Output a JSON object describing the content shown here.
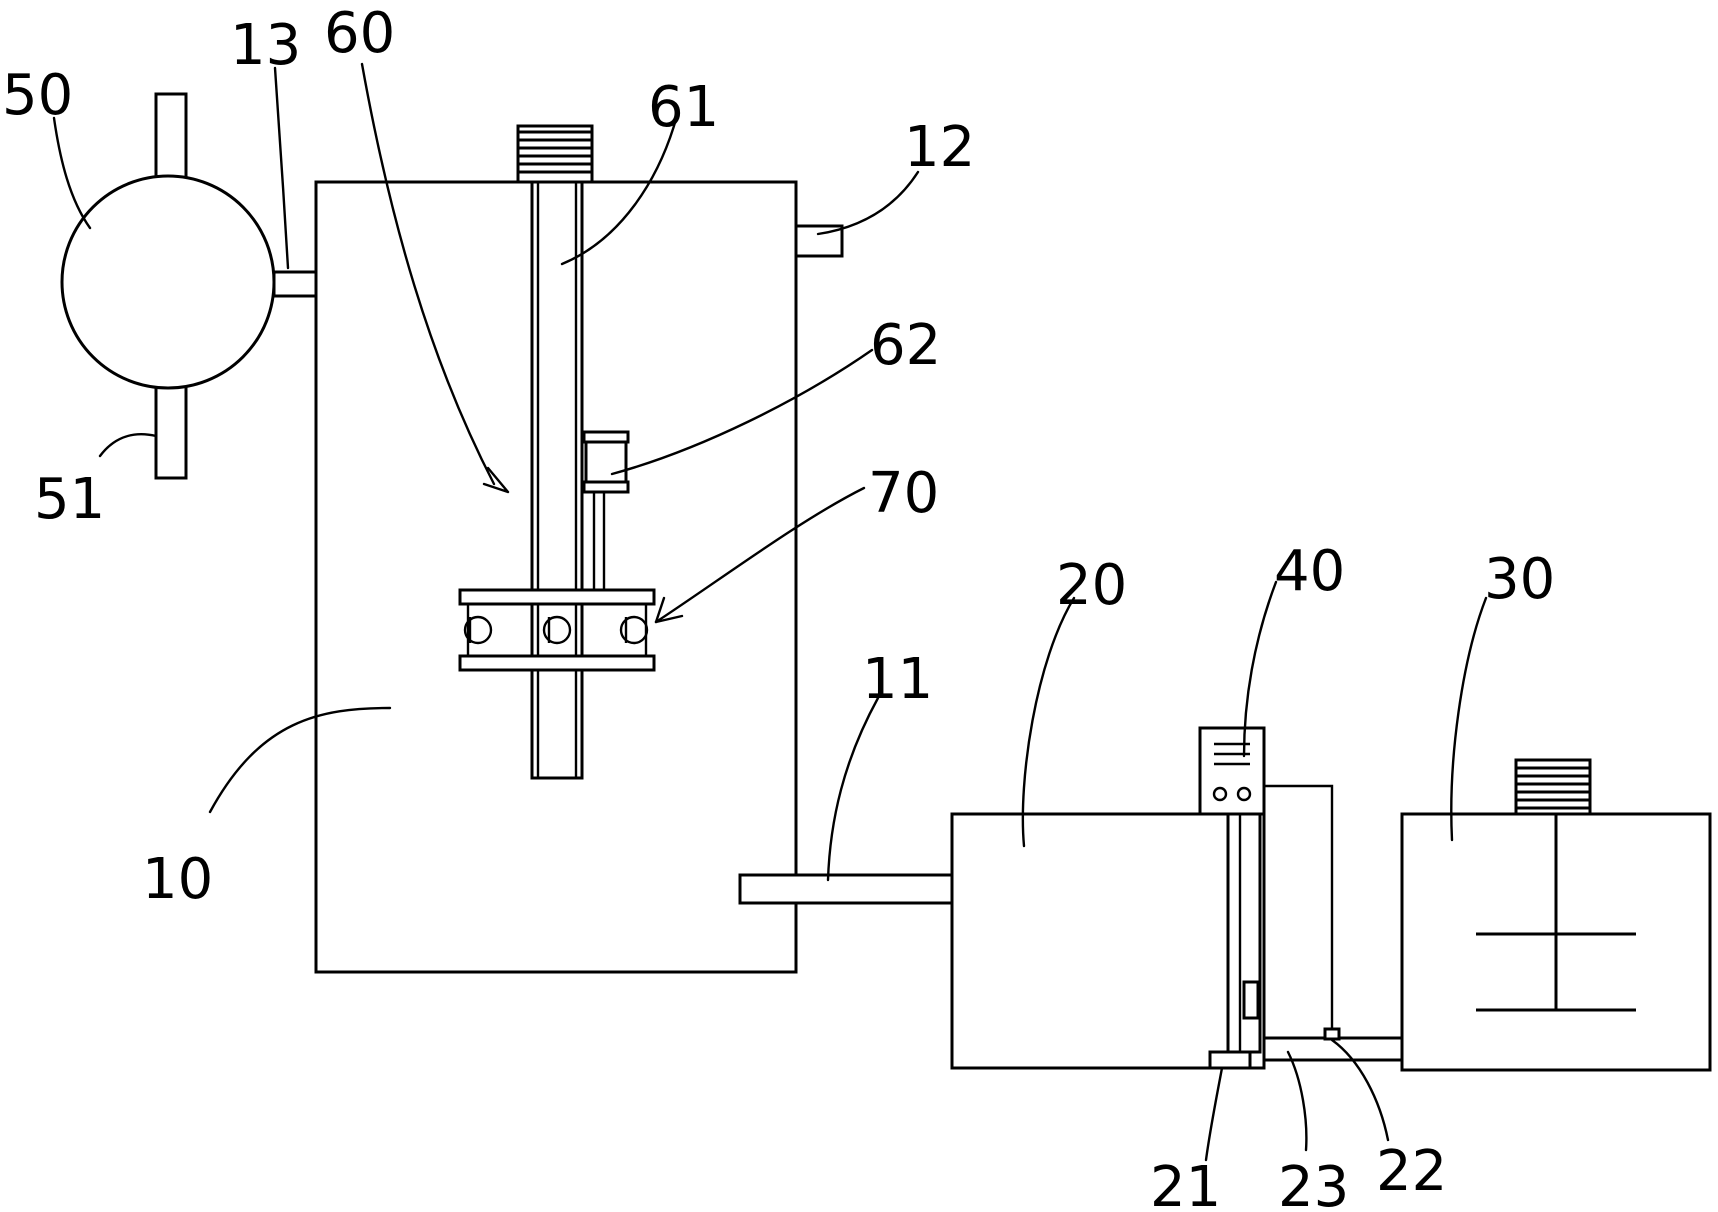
{
  "labels": {
    "l10": "10",
    "l11": "11",
    "l12": "12",
    "l13": "13",
    "l20": "20",
    "l21": "21",
    "l22": "22",
    "l23": "23",
    "l30": "30",
    "l40": "40",
    "l50": "50",
    "l51": "51",
    "l60": "60",
    "l61": "61",
    "l62": "62",
    "l70": "70"
  }
}
